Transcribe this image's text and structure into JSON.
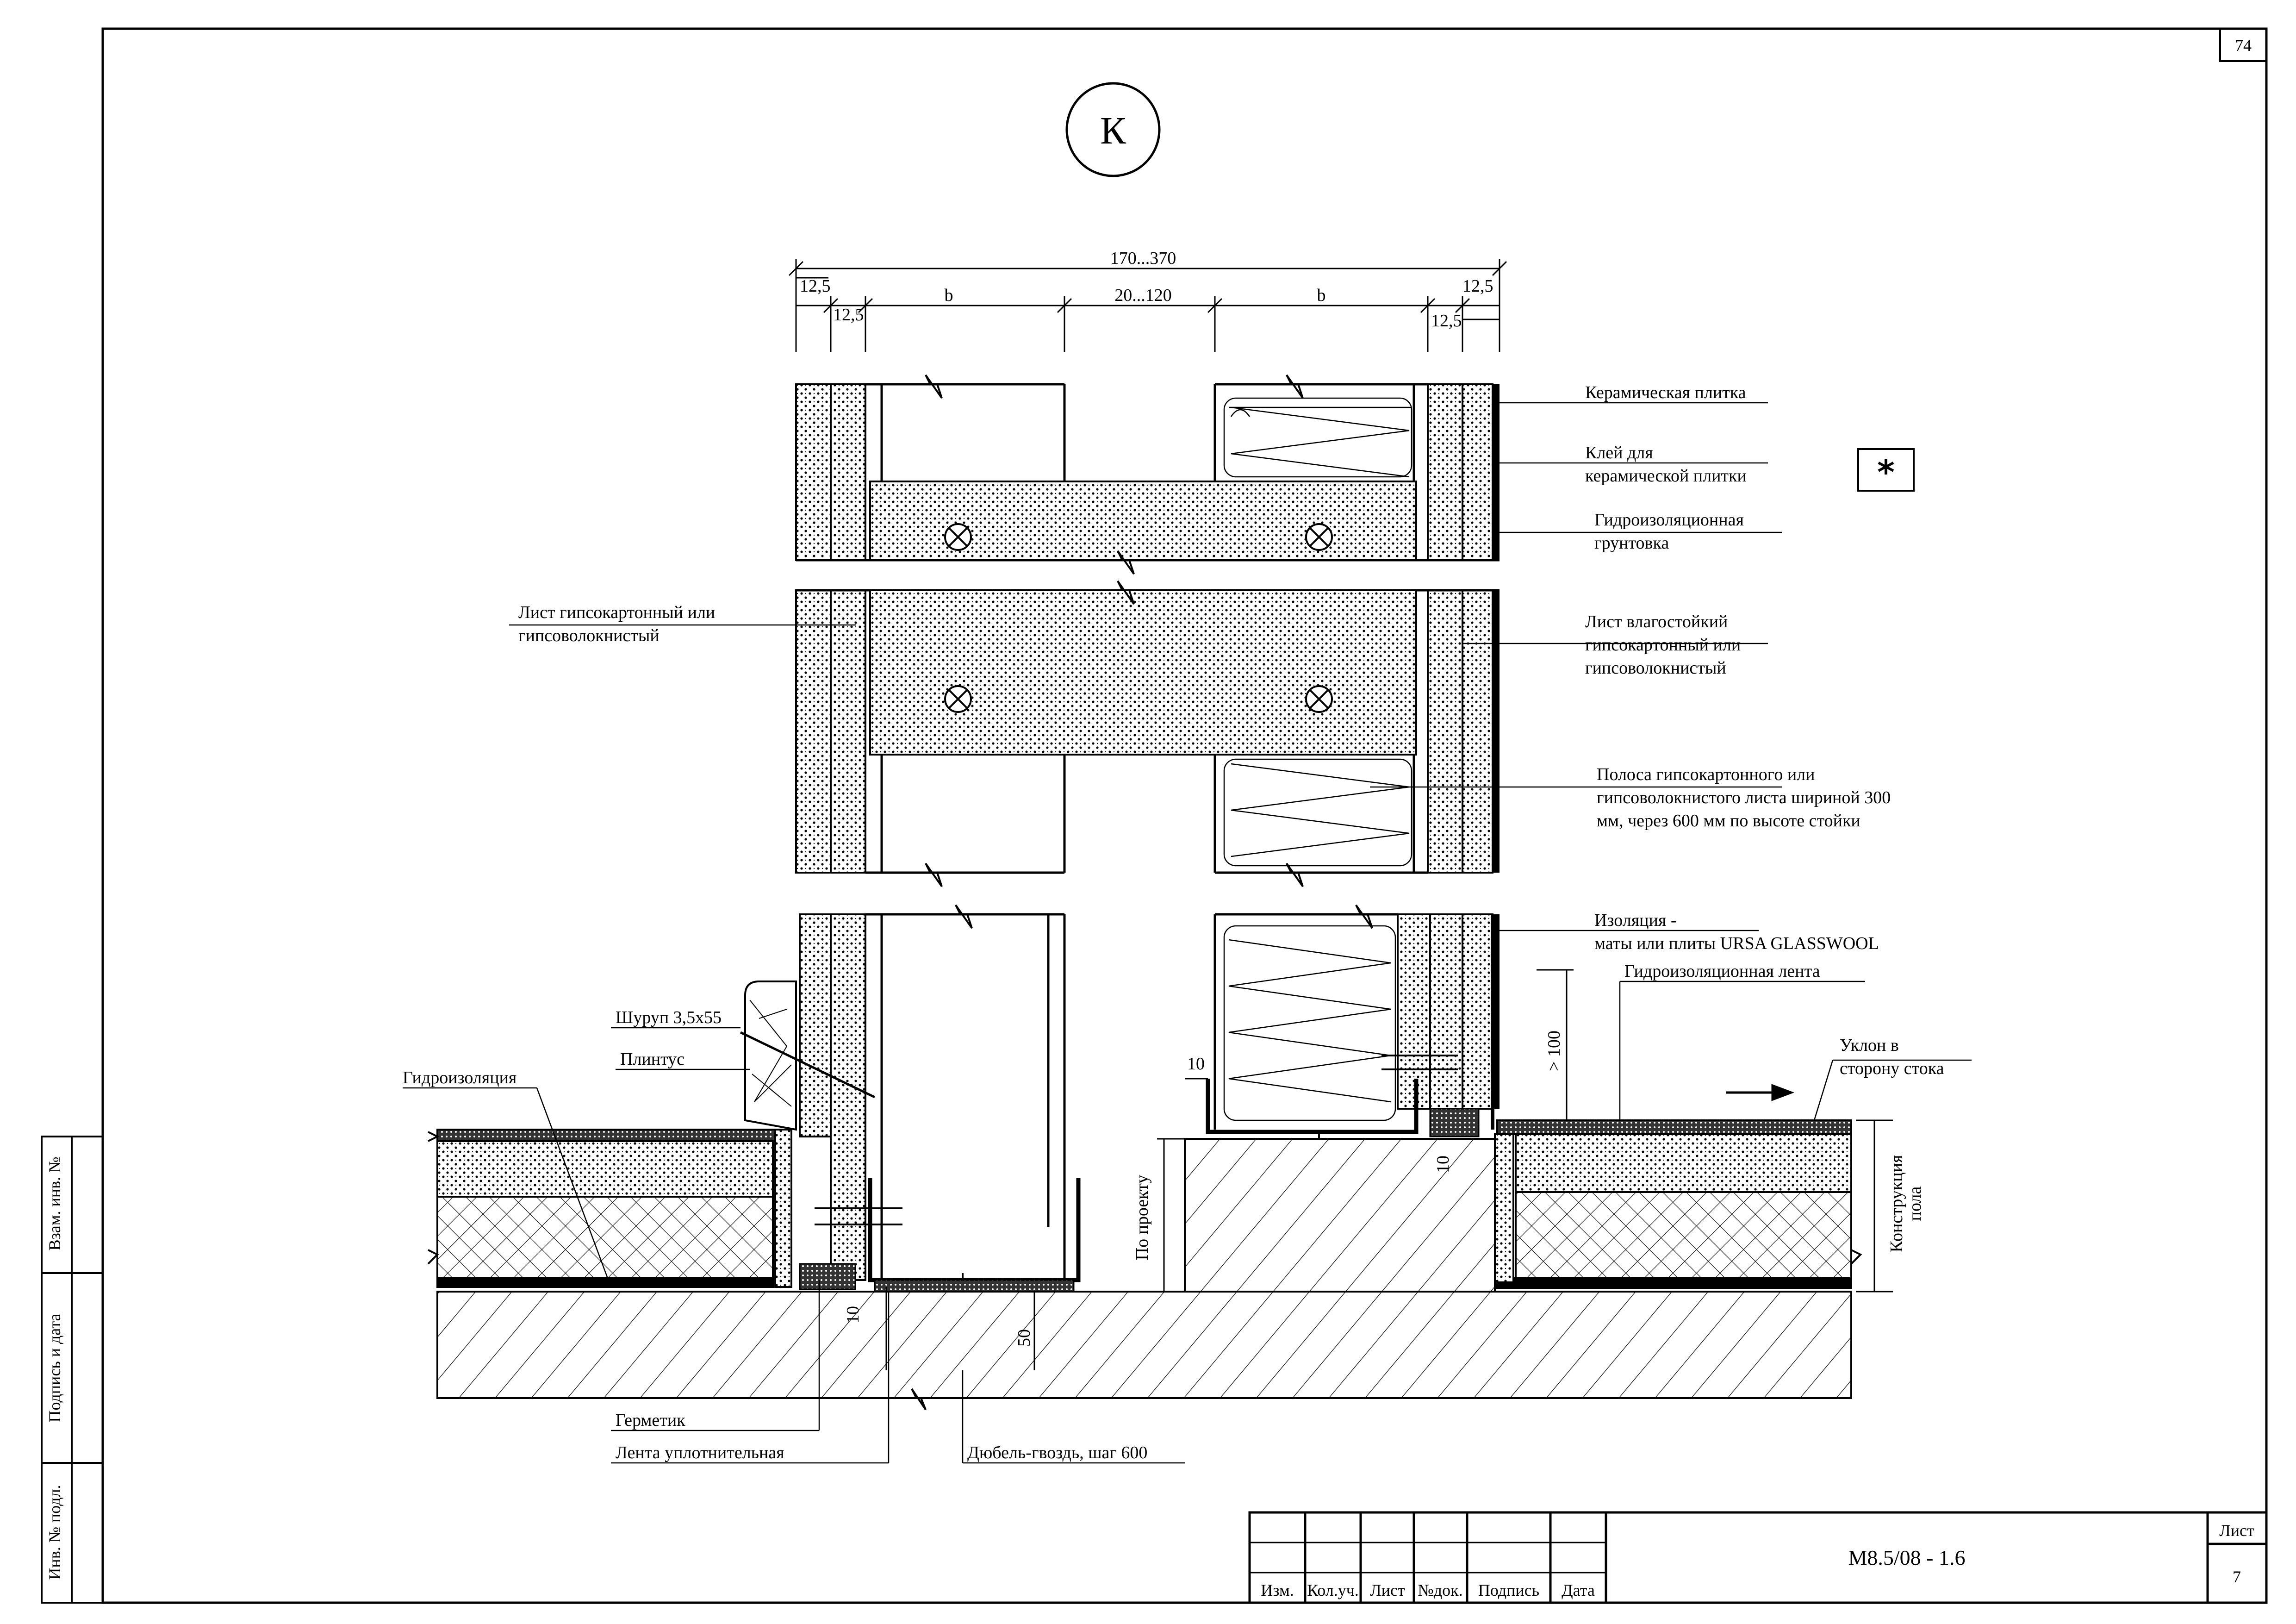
{
  "sheet_corner_number": "74",
  "node_marker": "К",
  "star_marker": "*",
  "dimensions": {
    "overall": "170...370",
    "left_outer": "12,5",
    "left_inner": "12,5",
    "b_left": "b",
    "gap": "20...120",
    "b_right": "b",
    "right_outer": "12,5",
    "right_inner": "12,5",
    "over_100": "> 100",
    "ten_a": "10",
    "ten_b": "10",
    "ten_c": "10",
    "fifty": "50",
    "by_project": "По проекту",
    "floor_construction_1": "Конструкция",
    "floor_construction_2": "пола"
  },
  "labels": {
    "ceramic_tile": "Керамическая плитка",
    "adhesive_1": "Клей для",
    "adhesive_2": "керамической плитки",
    "primer_1": "Гидроизоляционная",
    "primer_2": "грунтовка",
    "moisture_sheet_1": "Лист влагостойкий",
    "moisture_sheet_2": "гипсокартонный  или",
    "moisture_sheet_3": "гипсоволокнистый",
    "strip_1": "Полоса гипсокартонного или",
    "strip_2": "гипсоволокнистого листа шириной  300",
    "strip_3": "мм, через 600 мм по высоте стойки",
    "insulation_1": "Изоляция -",
    "insulation_2": "маты или плиты  URSA GLASSWOOL",
    "waterproof_tape": "Гидроизоляционная лента",
    "slope_1": "Уклон в",
    "slope_2": "сторону стока",
    "gypsum_sheet_1": "Лист гипсокартонный  или",
    "gypsum_sheet_2": "гипсоволокнистый",
    "screw": "Шуруп 3,5х55",
    "skirting": "Плинтус",
    "waterproofing": "Гидроизоляция",
    "sealant": "Герметик",
    "sealing_tape": "Лента уплотнительная",
    "dowel": "Дюбель-гвоздь, шаг 600"
  },
  "side_stamp": {
    "exchange_no": "Взам. инв. №",
    "sign_date": "Подпись и дата",
    "inv_no": "Инв. № подл."
  },
  "title_block": {
    "code": "М8.5/08 - 1.6",
    "sheet_label": "Лист",
    "sheet_number": "7",
    "columns": [
      "Изм.",
      "Кол.уч.",
      "Лист",
      "№док.",
      "Подпись",
      "Дата"
    ]
  },
  "colors": {
    "ink": "#000000",
    "paper": "#ffffff",
    "hatch": "#333333"
  }
}
